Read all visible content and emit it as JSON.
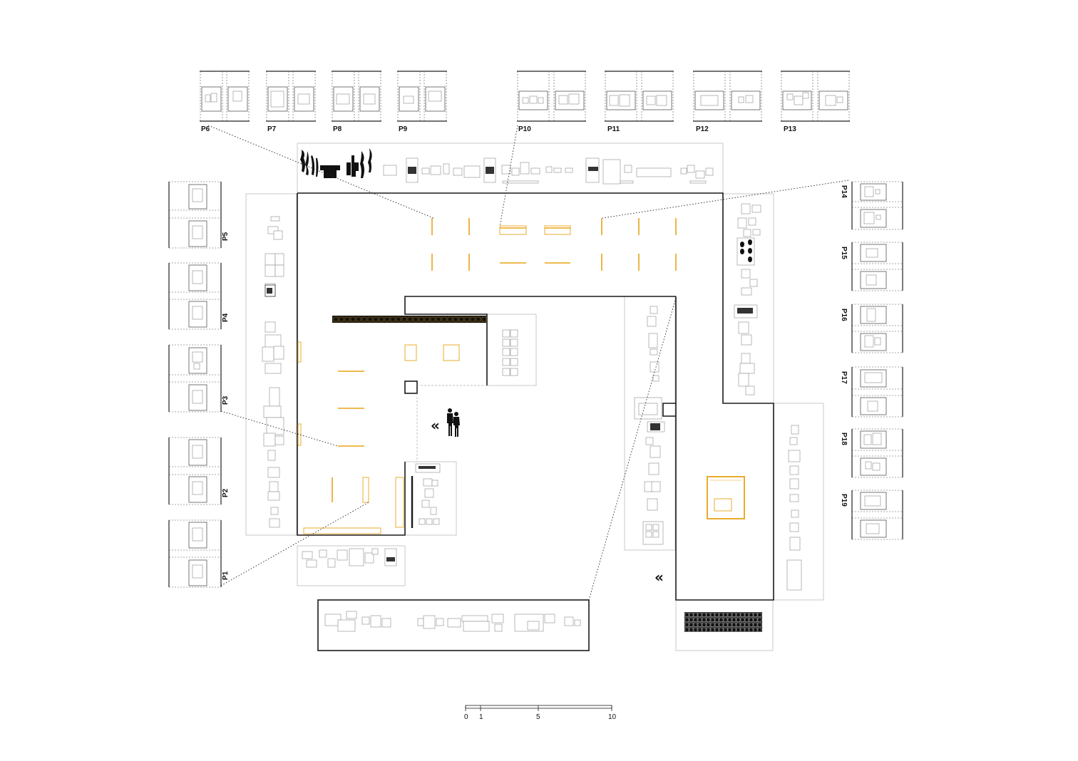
{
  "elevation_labels_top": [
    "P6",
    "P7",
    "P8",
    "P9",
    "P10",
    "P11",
    "P12",
    "P13"
  ],
  "elevation_labels_left": [
    "P5",
    "P4",
    "P3",
    "P2",
    "P1"
  ],
  "elevation_labels_right": [
    "P14",
    "P15",
    "P16",
    "P17",
    "P18",
    "P19"
  ],
  "scale_bar": {
    "ticks": [
      "0",
      "1",
      "5",
      "10"
    ]
  },
  "colors": {
    "accent": "#e8a317",
    "wall": "#1a1a1a",
    "outline": "#bdbdbd",
    "dotted": "#222222"
  },
  "icons": [
    "double-chevron-left-icon",
    "people-silhouette-icon",
    "sculpture-silhouette-icon"
  ],
  "entrance_marks": [
    "«",
    "«"
  ]
}
